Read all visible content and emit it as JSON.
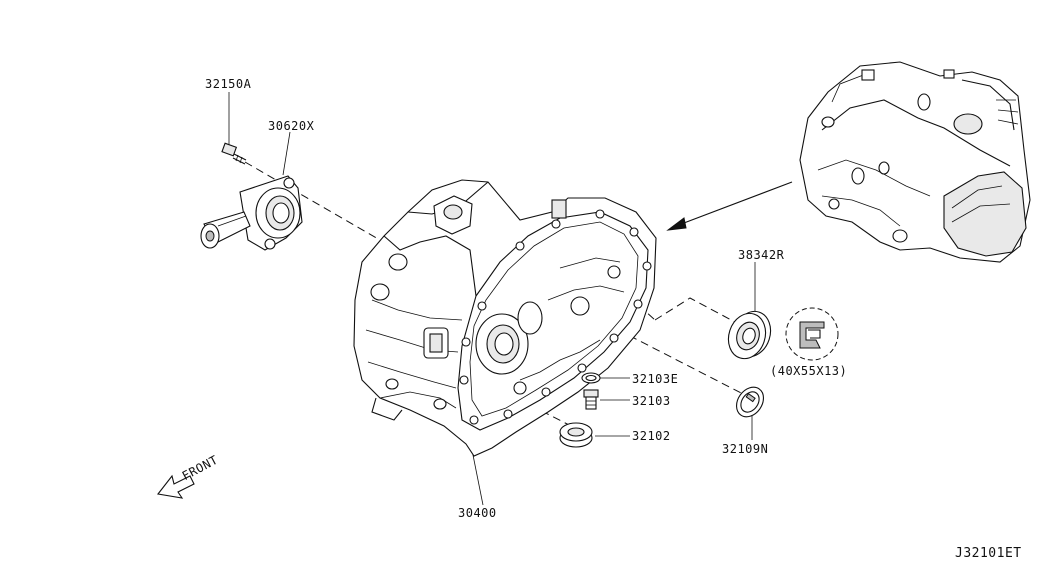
{
  "diagram_id": "J32101ET",
  "orientation_label": "FRONT",
  "seal_spec": "(40X55X13)",
  "parts": [
    {
      "number": "32150A",
      "key": "bolt"
    },
    {
      "number": "30620X",
      "key": "release-bearing"
    },
    {
      "number": "38342R",
      "key": "oil-seal"
    },
    {
      "number": "32103E",
      "key": "gasket"
    },
    {
      "number": "32103",
      "key": "plug"
    },
    {
      "number": "32102",
      "key": "washer"
    },
    {
      "number": "32109N",
      "key": "retainer"
    },
    {
      "number": "30400",
      "key": "clutch-housing"
    }
  ],
  "icons": [
    "front-arrow-icon",
    "direction-arrow-icon",
    "seal-section-icon"
  ]
}
